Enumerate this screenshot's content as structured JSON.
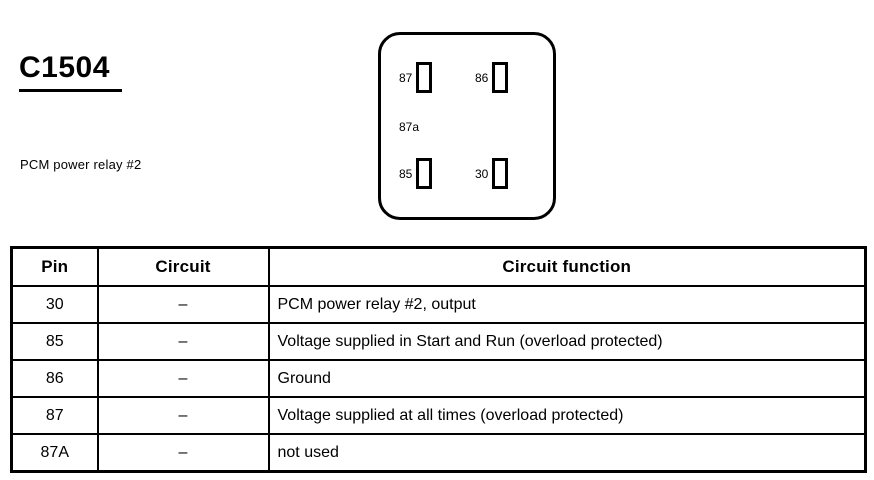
{
  "connector": {
    "id": "C1504",
    "description": "PCM power relay #2"
  },
  "relay_diagram": {
    "shape": "rounded-rectangle",
    "pins": [
      {
        "label": "87",
        "position": "top-left",
        "has_slot": true
      },
      {
        "label": "86",
        "position": "top-right",
        "has_slot": true
      },
      {
        "label": "87a",
        "position": "middle-left",
        "has_slot": false
      },
      {
        "label": "85",
        "position": "bottom-left",
        "has_slot": true
      },
      {
        "label": "30",
        "position": "bottom-right",
        "has_slot": true
      }
    ]
  },
  "table": {
    "headers": {
      "pin": "Pin",
      "circuit": "Circuit",
      "function": "Circuit function"
    },
    "rows": [
      {
        "pin": "30",
        "circuit": "–",
        "function": "PCM power relay #2, output"
      },
      {
        "pin": "85",
        "circuit": "–",
        "function": "Voltage supplied in Start and Run (overload protected)"
      },
      {
        "pin": "86",
        "circuit": "–",
        "function": "Ground"
      },
      {
        "pin": "87",
        "circuit": "–",
        "function": "Voltage supplied at all times (overload protected)"
      },
      {
        "pin": "87A",
        "circuit": "–",
        "function": "not used"
      }
    ]
  },
  "colors": {
    "ink": "#000000",
    "paper": "#ffffff"
  }
}
